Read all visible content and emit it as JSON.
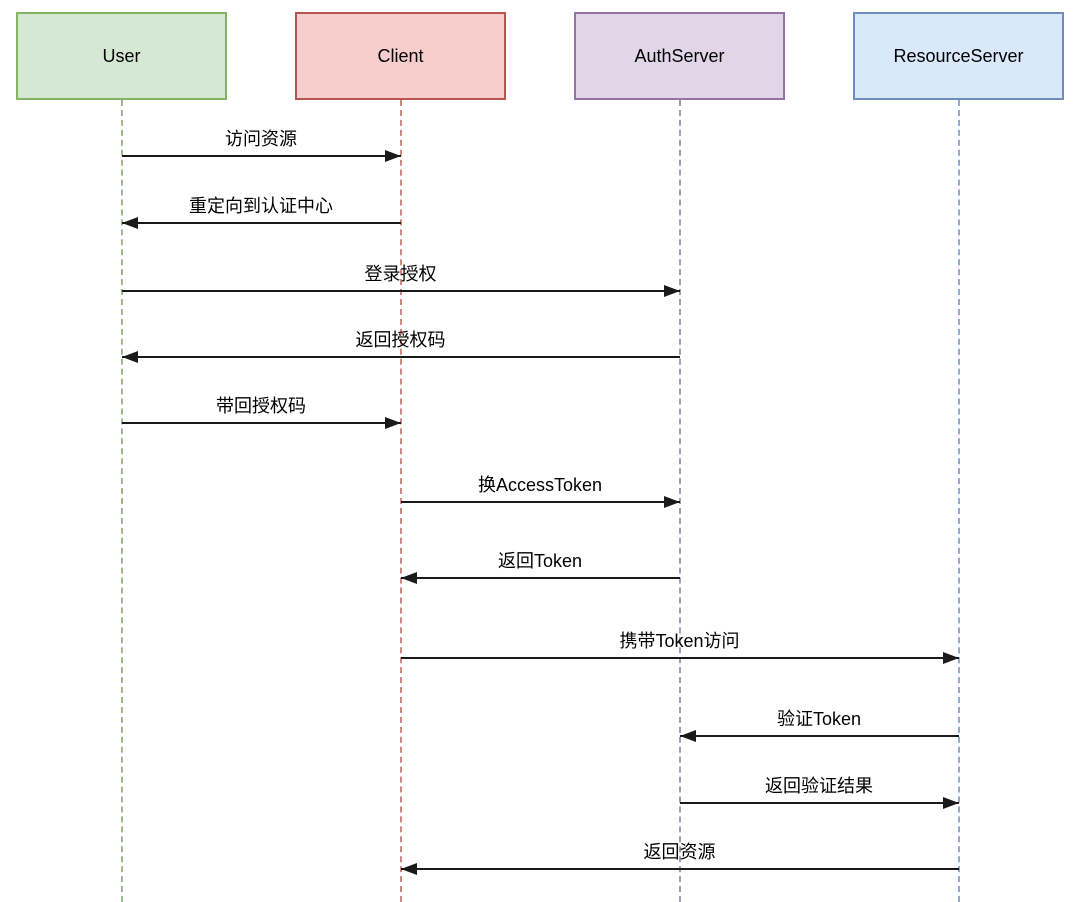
{
  "diagram": {
    "type": "sequence-diagram",
    "arrow_color": "#1a1a1a",
    "actors": [
      {
        "name": "User",
        "fill": "#d5e8d4",
        "border": "#82b366",
        "lifeline": "#9dbb90"
      },
      {
        "name": "Client",
        "fill": "#f8cecc",
        "border": "#b85450",
        "lifeline": "#cc8a87"
      },
      {
        "name": "AuthServer",
        "fill": "#e1d5e7",
        "border": "#9673a6",
        "lifeline": "#a79bb0"
      },
      {
        "name": "ResourceServer",
        "fill": "#dae8fc",
        "border": "#6c8ebf",
        "lifeline": "#93aacd"
      }
    ],
    "messages": [
      {
        "from": "User",
        "to": "Client",
        "label": "访问资源"
      },
      {
        "from": "Client",
        "to": "User",
        "label": "重定向到认证中心"
      },
      {
        "from": "User",
        "to": "AuthServer",
        "label": "登录授权"
      },
      {
        "from": "AuthServer",
        "to": "User",
        "label": "返回授权码"
      },
      {
        "from": "User",
        "to": "Client",
        "label": "带回授权码"
      },
      {
        "from": "Client",
        "to": "AuthServer",
        "label": "换AccessToken"
      },
      {
        "from": "AuthServer",
        "to": "Client",
        "label": "返回Token"
      },
      {
        "from": "Client",
        "to": "ResourceServer",
        "label": "携带Token访问"
      },
      {
        "from": "ResourceServer",
        "to": "AuthServer",
        "label": "验证Token"
      },
      {
        "from": "AuthServer",
        "to": "ResourceServer",
        "label": "返回验证结果"
      },
      {
        "from": "ResourceServer",
        "to": "Client",
        "label": "返回资源"
      }
    ]
  }
}
